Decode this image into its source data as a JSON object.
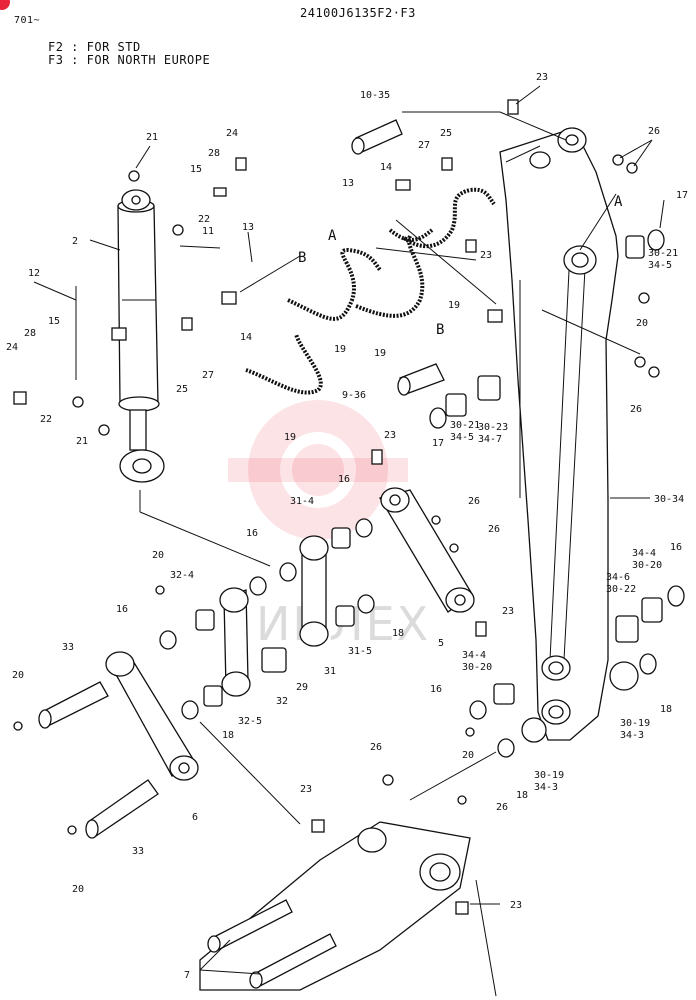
{
  "header": {
    "model_code": "24100J6135F2·F3",
    "serial": "701~",
    "note_f2": "F2 : FOR STD",
    "note_f3": "F3 : FOR NORTH EUROPE"
  },
  "watermark": {
    "text": "ИНЛЕХ",
    "color": "#e8243a"
  },
  "callouts": {
    "c23a": "23",
    "c26a": "26",
    "c10_35": "10-35",
    "c17a": "17",
    "c21a": "21",
    "c24a": "24",
    "c28a": "28",
    "c15a": "15",
    "c25a": "25",
    "c27a": "27",
    "c14a": "14",
    "c13a": "13",
    "c22a": "22",
    "c2": "2",
    "c11": "11",
    "c13b": "13",
    "cB1": "B",
    "cA1": "A",
    "cA2": "A",
    "c23b": "23",
    "c19a": "19",
    "c30_21a": "30-21",
    "c34_5a": "34-5",
    "c20a": "20",
    "c12": "12",
    "c28b": "28",
    "c15b": "15",
    "c24b": "24",
    "c22b": "22",
    "c25b": "25",
    "c27b": "27",
    "c14b": "14",
    "c19b": "19",
    "c19c": "19",
    "cB2": "B",
    "c9_36": "9-36",
    "c21b": "21",
    "c26b": "26",
    "c19d": "19",
    "c17b": "17",
    "c30_21b": "30-21",
    "c34_5b": "34-5",
    "c30_23": "30-23",
    "c34_7": "34-7",
    "c23c": "23",
    "c16a": "16",
    "c31_4": "31-4",
    "c26c": "26",
    "c26d": "26",
    "c30_34": "30-34",
    "c16b": "16",
    "c20b": "20",
    "c32_4": "32-4",
    "c34_4a": "34-4",
    "c30_20a": "30-20",
    "c16c": "16",
    "c34_6": "34-6",
    "c30_22": "30-22",
    "c16d": "16",
    "c18a": "18",
    "c31_5": "31-5",
    "c5": "5",
    "c23d": "23",
    "c33a": "33",
    "c31": "31",
    "c29": "29",
    "c34_4b": "34-4",
    "c30_20b": "30-20",
    "c32": "32",
    "c20c": "20",
    "c32_5": "32-5",
    "c16e": "16",
    "c18b": "18",
    "c18c": "18",
    "c30_19a": "30-19",
    "c34_3a": "34-3",
    "c20d": "20",
    "c26e": "26",
    "c30_19b": "30-19",
    "c34_3b": "34-3",
    "c18d": "18",
    "c6": "6",
    "c23e": "23",
    "c26f": "26",
    "c33b": "33",
    "c20e": "20",
    "c23f": "23",
    "c7": "7"
  }
}
